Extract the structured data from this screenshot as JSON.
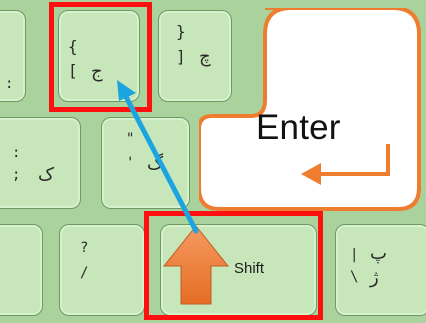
{
  "keys": {
    "bracket_left": {
      "top_symbol": "{",
      "bottom_symbol": "[",
      "arabic": "ج"
    },
    "bracket_right": {
      "top_symbol": "}",
      "bottom_symbol": "]",
      "arabic": "چ"
    },
    "enter_label": "Enter",
    "semicolon": {
      "top_symbol": ":",
      "bottom_symbol": ";",
      "arabic": "ک"
    },
    "quote": {
      "top_symbol": "\"",
      "bottom_symbol": "'",
      "arabic": "گ"
    },
    "slash": {
      "top_symbol": "?",
      "bottom_symbol": "/"
    },
    "shift_label": "Shift",
    "backslash": {
      "top_symbol": "|",
      "bottom_symbol": "\\",
      "arabic_top": "پ",
      "arabic_bottom": "ژ"
    }
  },
  "colors": {
    "keyboard_background": "#a9d29d",
    "key_fill": "#c7e7ba",
    "key_border": "#6e9a64",
    "highlight": "#ff1010",
    "arrow": "#1ba4df",
    "enter_accent": "#ef7d2f",
    "shift_arrow": "#ee7630"
  },
  "annotation": {
    "from": "shift-key",
    "to": "bracket-left-key"
  }
}
